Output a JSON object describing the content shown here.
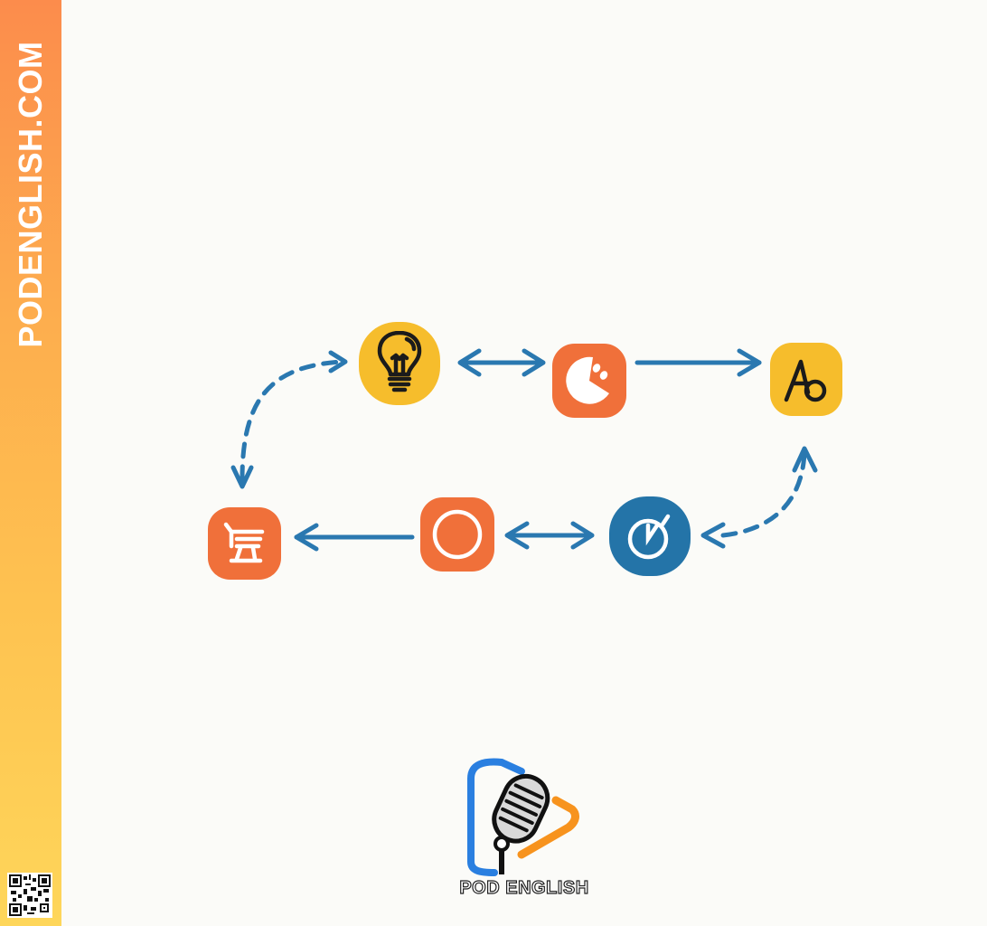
{
  "sidebar": {
    "site_name": "PODENGLISH.COM",
    "gradient_top": "#fc8c4c",
    "gradient_bottom": "#fed65a",
    "qr_code": "qr-code-icon"
  },
  "diagram": {
    "arrow_color": "#2a78b0",
    "nodes": [
      {
        "id": "idea",
        "icon": "lightbulb-icon",
        "color": "#f6bd2c",
        "shape": "circle"
      },
      {
        "id": "game",
        "icon": "pacman-face-icon",
        "color": "#f0703a",
        "shape": "rounded-square"
      },
      {
        "id": "font",
        "icon": "letters-ab-icon",
        "color": "#f6bd2c",
        "shape": "rounded-square"
      },
      {
        "id": "timer",
        "icon": "stopwatch-icon",
        "color": "#2474a8",
        "shape": "circle"
      },
      {
        "id": "music",
        "icon": "music-note-icon",
        "color": "#f0703a",
        "shape": "rounded-square"
      },
      {
        "id": "cart",
        "icon": "shopping-cart-icon",
        "color": "#f0703a",
        "shape": "rounded-square"
      }
    ],
    "edges": [
      {
        "from": "cart",
        "to": "idea",
        "style": "dashed",
        "direction": "both"
      },
      {
        "from": "idea",
        "to": "game",
        "style": "solid",
        "direction": "both"
      },
      {
        "from": "game",
        "to": "font",
        "style": "solid",
        "direction": "forward"
      },
      {
        "from": "font",
        "to": "timer",
        "style": "dashed",
        "direction": "both"
      },
      {
        "from": "timer",
        "to": "music",
        "style": "solid",
        "direction": "both"
      },
      {
        "from": "music",
        "to": "cart",
        "style": "solid",
        "direction": "forward"
      }
    ]
  },
  "footer_logo": {
    "text": "POD ENGLISH",
    "icon": "microphone-play-icon",
    "blue": "#2a7fe0",
    "orange": "#f7931e"
  }
}
